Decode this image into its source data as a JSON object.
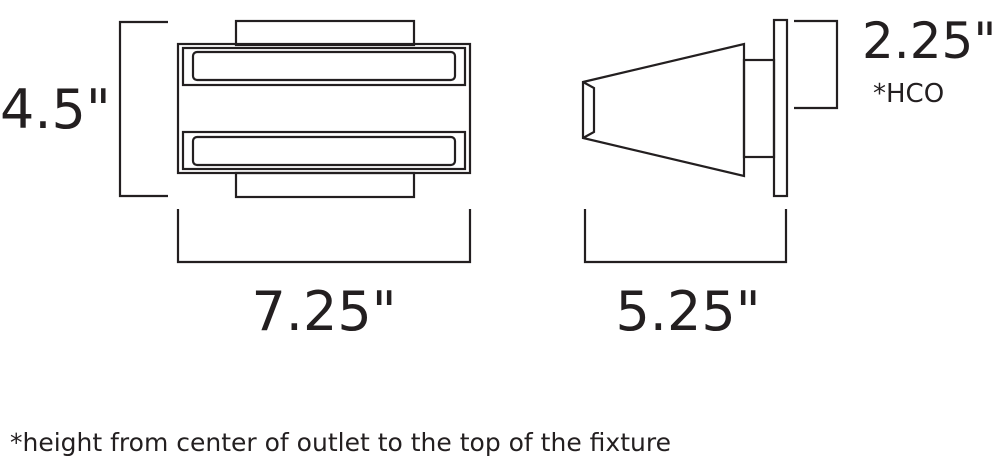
{
  "dimensions": {
    "height": "4.5\"",
    "width": "7.25\"",
    "depth": "5.25\"",
    "hco": "2.25\"",
    "hco_label": "*HCO"
  },
  "footnote": "*height from center of outlet to the top of the fixture",
  "colors": {
    "line": "#231f20",
    "background": "#ffffff"
  }
}
